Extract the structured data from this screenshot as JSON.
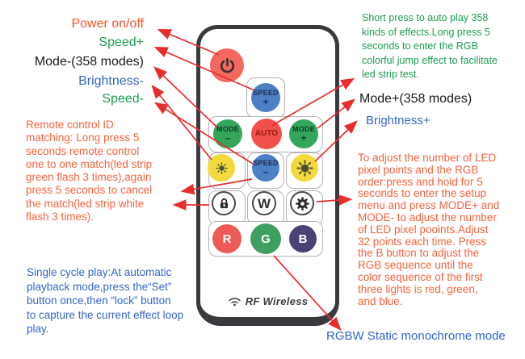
{
  "colors": {
    "arrow": "#e62e2e",
    "orange_red_text": "#f4512b",
    "green_text": "#1d9e50",
    "blue_text": "#3566c6",
    "black_text": "#1a1a1a",
    "power_button": "#f4685f",
    "speed_button": "#4d7fc4",
    "mode_button": "#33a65c",
    "auto_button": "#f14f4c",
    "sun_button": "#f2da3d",
    "r_button": "#ee5a56",
    "g_button": "#3f9e62",
    "b_button": "#4b4277"
  },
  "annotations": {
    "power": "Power on/off",
    "speed_plus": "Speed+",
    "mode_minus": "Mode-(358 modes)",
    "brightness_minus": "Brightness-",
    "speed_minus": "Speed-",
    "mode_plus": "Mode+(358 modes)",
    "brightness_plus": "Brightness+",
    "rgbw": "RGBW Static monochrome mode",
    "id_matching_lines": [
      "Remote control ID",
      "matching: Long press 5",
      "seconds remote control",
      "one to one match(led strip",
      "green flash 3 times),again",
      "press 5 seconds to cancel",
      "the match(led strip white",
      "flash 3 times)."
    ],
    "single_cycle_lines": [
      "Single cycle play:At automatic",
      "playback mode,press the“Set”",
      "button once,then “lock” button",
      "to capture the current effect loop",
      "play."
    ],
    "auto_play_lines": [
      "Short press to auto play 358",
      "kinds of effects.Long press 5",
      "seconds to enter the RGB",
      "colorful jump effect to facilitate",
      "led strip test."
    ],
    "setup_lines": [
      "To adjust the number of LED",
      "pixel points and the RGB",
      "order:press and hold for 5",
      "seconds to enter the setup",
      "menu and press MODE+ and",
      "MODE- to adjust the number",
      "of LED pixel pooints.Adjust",
      "32 points each time. Press",
      "the B button to adjust the",
      "RGB sequence until the",
      "color sequence of the first",
      "three lights is red, green,",
      "and blue."
    ]
  },
  "remote": {
    "speed_plus_word": "SPEED",
    "speed_plus_sign": "+",
    "mode_minus_word": "MODE",
    "mode_minus_sign": "–",
    "auto": "AUTO",
    "mode_plus_word": "MODE",
    "mode_plus_sign": "+",
    "speed_minus_word": "SPEED",
    "speed_minus_sign": "–",
    "w": "W",
    "r": "R",
    "g": "G",
    "b": "B",
    "brand": "RF Wireless"
  }
}
